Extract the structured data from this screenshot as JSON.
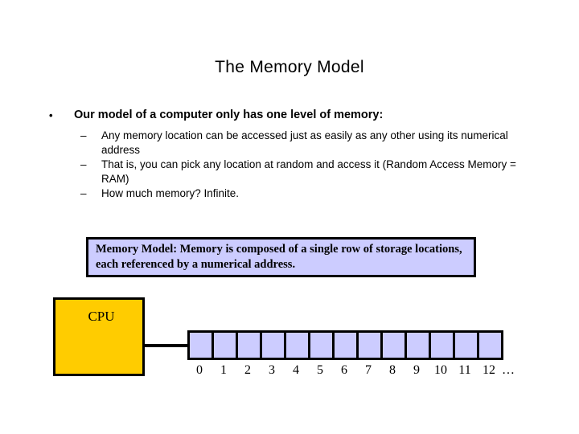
{
  "slide": {
    "title": "The Memory Model",
    "background_color": "#ffffff"
  },
  "bullets": {
    "level1": {
      "marker": "•",
      "text": "Our model of a computer only has one level of memory:"
    },
    "level2_marker": "–",
    "level2": [
      "Any memory location can be accessed just as easily as any other using its numerical address",
      "That is, you can pick any location at random and access it (Random Access Memory = RAM)",
      "How much memory?  Infinite."
    ]
  },
  "callout": {
    "text": "Memory Model: Memory is composed of a single row of storage locations, each referenced by a numerical address.",
    "background_color": "#ccccff",
    "border_color": "#000000"
  },
  "diagram": {
    "cpu": {
      "label": "CPU",
      "fill_color": "#ffcc00",
      "border_color": "#000000"
    },
    "memory": {
      "cell_count": 13,
      "cell_fill_color": "#ccccff",
      "cell_border_color": "#000000",
      "addresses": [
        "0",
        "1",
        "2",
        "3",
        "4",
        "5",
        "6",
        "7",
        "8",
        "9",
        "10",
        "11",
        "12"
      ],
      "addresses_continuation": "…"
    }
  }
}
